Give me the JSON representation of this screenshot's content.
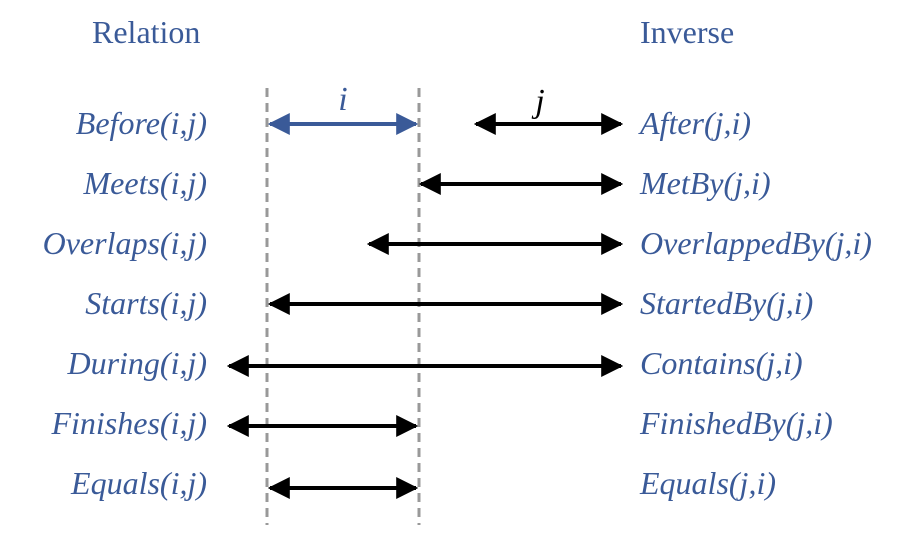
{
  "headers": {
    "relation": "Relation",
    "inverse": "Inverse"
  },
  "interval_labels": {
    "i": "i",
    "j": "j"
  },
  "colors": {
    "text": "#3a5a98",
    "interval_i": "#3a5a98",
    "interval_j": "#000000",
    "guide": "#999999"
  },
  "rows": [
    {
      "relation": "Before(i,j)",
      "inverse": "After(j,i)"
    },
    {
      "relation": "Meets(i,j)",
      "inverse": "MetBy(j,i)"
    },
    {
      "relation": "Overlaps(i,j)",
      "inverse": "OverlappedBy(j,i)"
    },
    {
      "relation": "Starts(i,j)",
      "inverse": "StartedBy(j,i)"
    },
    {
      "relation": "During(i,j)",
      "inverse": "Contains(j,i)"
    },
    {
      "relation": "Finishes(i,j)",
      "inverse": "FinishedBy(j,i)"
    },
    {
      "relation": "Equals(i,j)",
      "inverse": "Equals(j,i)"
    }
  ]
}
